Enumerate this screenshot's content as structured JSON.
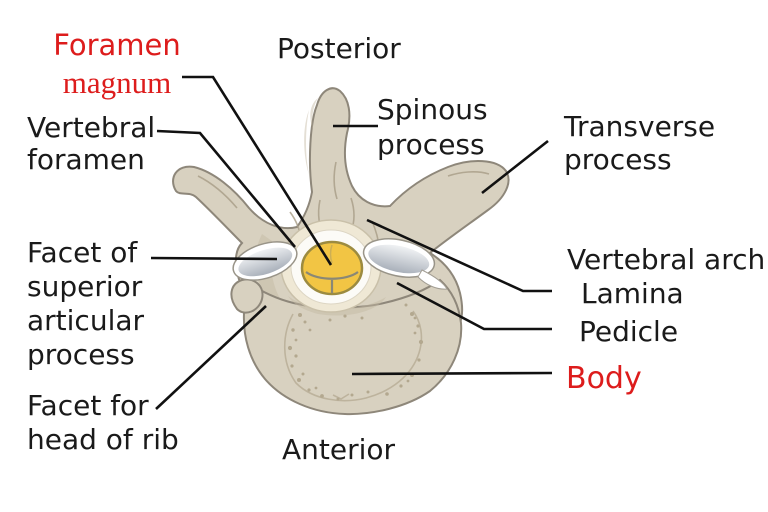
{
  "figure": {
    "type": "anatomical-diagram",
    "subject": "Vertebra, superior view, with spinal cord in vertebral foramen",
    "labels": {
      "foramen_magnum": {
        "line1": "Foramen",
        "line2": "magnum"
      },
      "posterior": "Posterior",
      "spinous_process": {
        "line1": "Spinous",
        "line2": "process"
      },
      "transverse_process": {
        "line1": "Transverse",
        "line2": "process"
      },
      "vertebral_foramen": {
        "line1": "Vertebral",
        "line2": "foramen"
      },
      "facet_superior_articular": {
        "line1": "Facet of",
        "line2": "superior",
        "line3": "articular",
        "line4": "process"
      },
      "vertebral_arch": "Vertebral arch:",
      "lamina": "Lamina",
      "pedicle": "Pedicle",
      "body": "Body",
      "facet_head_rib": {
        "line1": "Facet for",
        "line2": "head of rib"
      },
      "anterior": "Anterior"
    },
    "colors": {
      "background": "#ffffff",
      "label_black": "#1a1a1a",
      "label_red": "#dd1c1c",
      "leader_line": "#111111",
      "bone": "#d8d1c0",
      "bone_outline": "#8e877a",
      "bone_shadow": "#c3b8a1",
      "foramen_ring": "#efe8d5",
      "foramen_ring_inner": "#fcfbf7",
      "spinal_cord": "#f2c544",
      "spinal_cord_outline": "#9c8b40",
      "facet_highlight": "#f0f2f4",
      "facet_shadow": "#a9b0ba"
    }
  }
}
